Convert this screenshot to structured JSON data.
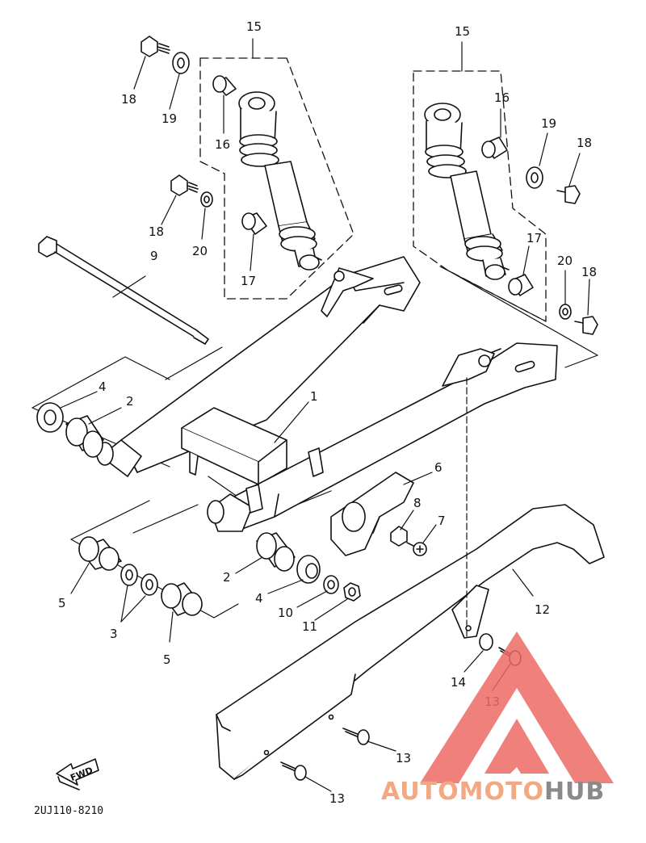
{
  "diagram": {
    "part_code": "2UJ110-8210",
    "fwd_label": "FWD",
    "callouts": [
      {
        "id": "c15a",
        "text": "15"
      },
      {
        "id": "c15b",
        "text": "15"
      },
      {
        "id": "c18a",
        "text": "18"
      },
      {
        "id": "c19a",
        "text": "19"
      },
      {
        "id": "c16a",
        "text": "16"
      },
      {
        "id": "c18b",
        "text": "18"
      },
      {
        "id": "c20a",
        "text": "20"
      },
      {
        "id": "c17a",
        "text": "17"
      },
      {
        "id": "c9",
        "text": "9"
      },
      {
        "id": "c16b",
        "text": "16"
      },
      {
        "id": "c19b",
        "text": "19"
      },
      {
        "id": "c18c",
        "text": "18"
      },
      {
        "id": "c17b",
        "text": "17"
      },
      {
        "id": "c20b",
        "text": "20"
      },
      {
        "id": "c18d",
        "text": "18"
      },
      {
        "id": "c4a",
        "text": "4"
      },
      {
        "id": "c2a",
        "text": "2"
      },
      {
        "id": "c1",
        "text": "1"
      },
      {
        "id": "c6",
        "text": "6"
      },
      {
        "id": "c8",
        "text": "8"
      },
      {
        "id": "c7",
        "text": "7"
      },
      {
        "id": "c5a",
        "text": "5"
      },
      {
        "id": "c3",
        "text": "3"
      },
      {
        "id": "c5b",
        "text": "5"
      },
      {
        "id": "c2b",
        "text": "2"
      },
      {
        "id": "c4b",
        "text": "4"
      },
      {
        "id": "c10",
        "text": "10"
      },
      {
        "id": "c11",
        "text": "11"
      },
      {
        "id": "c12",
        "text": "12"
      },
      {
        "id": "c14",
        "text": "14"
      },
      {
        "id": "c13a",
        "text": "13"
      },
      {
        "id": "c13b",
        "text": "13"
      },
      {
        "id": "c13c",
        "text": "13"
      }
    ]
  },
  "watermark": {
    "part1": "AUTOMOTO",
    "part2": "HUB",
    "color1": "#f2a882",
    "color2": "#8a8a8a",
    "logo_color": "#ee6a66"
  }
}
